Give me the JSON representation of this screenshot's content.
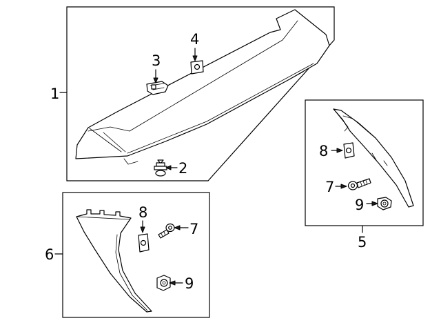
{
  "callouts": {
    "spoiler": "1",
    "spoiler_clip": "2",
    "spoiler_retainer": "3",
    "spoiler_nut_clip": "4",
    "right_trim_assembly": "5",
    "left_trim_assembly": "6",
    "right_screw": "7",
    "right_nut": "8",
    "right_grommet": "9",
    "left_screw": "7",
    "left_nut": "8",
    "left_grommet": "9"
  }
}
